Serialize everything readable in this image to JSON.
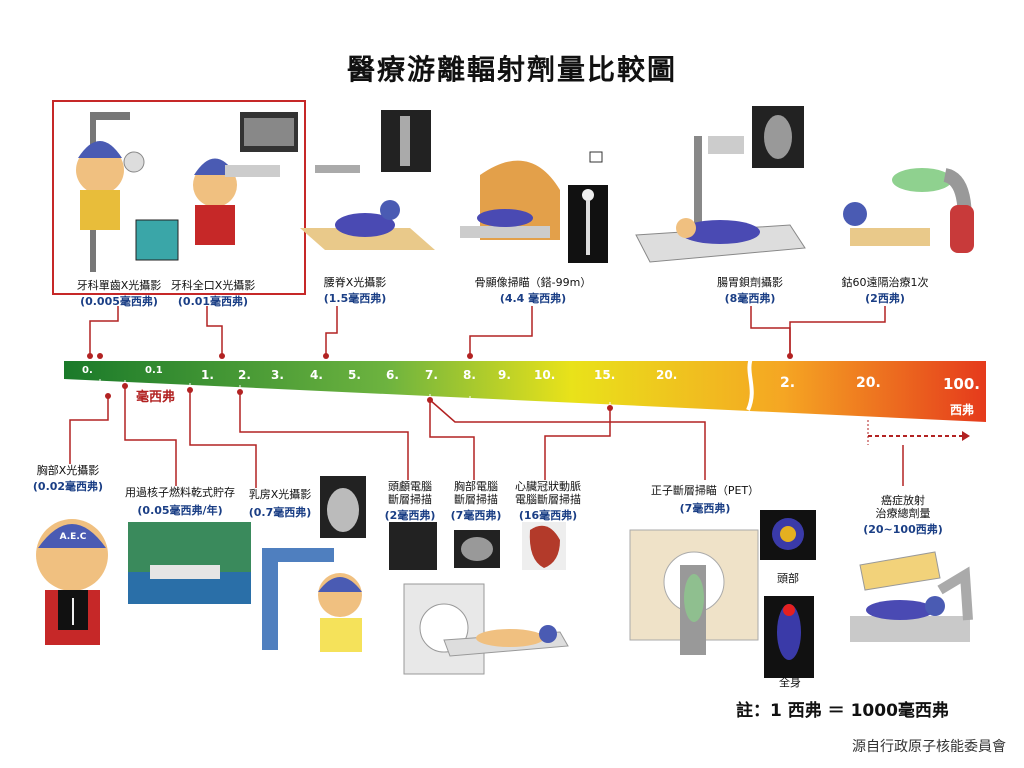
{
  "title": "醫療游離輻射劑量比較圖",
  "scale": {
    "msv_ticks": [
      "0.",
      "0.1",
      "1.",
      "2.",
      "3.",
      "4.",
      "5.",
      "6.",
      "7.",
      "8.",
      "9.",
      "10.",
      "15.",
      "20."
    ],
    "sv_ticks": [
      "2.",
      "20.",
      "100."
    ],
    "msv_unit": "毫西弗",
    "sv_unit": "西弗",
    "gradient": [
      "#1a7a2a",
      "#8cc63f",
      "#f2e81c",
      "#f5a623",
      "#e53a1c"
    ]
  },
  "top_items": [
    {
      "label": "牙科單齒X光攝影",
      "dose": "(0.005毫西弗)"
    },
    {
      "label": "牙科全口X光攝影",
      "dose": "(0.01毫西弗)"
    },
    {
      "label": "腰脊X光攝影",
      "dose": "(1.5毫西弗)"
    },
    {
      "label": "骨顯像掃瞄（鎝-99m）",
      "dose": "(4.4 毫西弗)"
    },
    {
      "label": "腸胃鋇劑攝影",
      "dose": "(8毫西弗)"
    },
    {
      "label": "鈷60遠隔治療1次",
      "dose": "(2西弗)"
    }
  ],
  "bottom_items": [
    {
      "label": "胸部X光攝影",
      "dose": "(0.02毫西弗)"
    },
    {
      "label": "用過核子燃料乾式貯存",
      "dose": "(0.05毫西弗/年)"
    },
    {
      "label": "乳房X光攝影",
      "dose": "(0.7毫西弗)"
    },
    {
      "label1": "頭顱電腦",
      "label2": "斷層掃描",
      "dose": "(2毫西弗)"
    },
    {
      "label1": "胸部電腦",
      "label2": "斷層掃描",
      "dose": "(7毫西弗)"
    },
    {
      "label1": "心臟冠狀動脈",
      "label2": "電腦斷層掃描",
      "dose": "(16毫西弗)"
    },
    {
      "label": "正子斷層掃瞄（PET）",
      "dose": "(7毫西弗)"
    },
    {
      "label1": "癌症放射",
      "label2": "治療總劑量",
      "dose": "(20~100西弗)"
    }
  ],
  "pet_labels": {
    "head": "頭部",
    "body": "全身"
  },
  "note": "註：1 西弗 ＝ 1000毫西弗",
  "source": "源自行政原子核能委員會",
  "mascot_badge": "A.E.C"
}
